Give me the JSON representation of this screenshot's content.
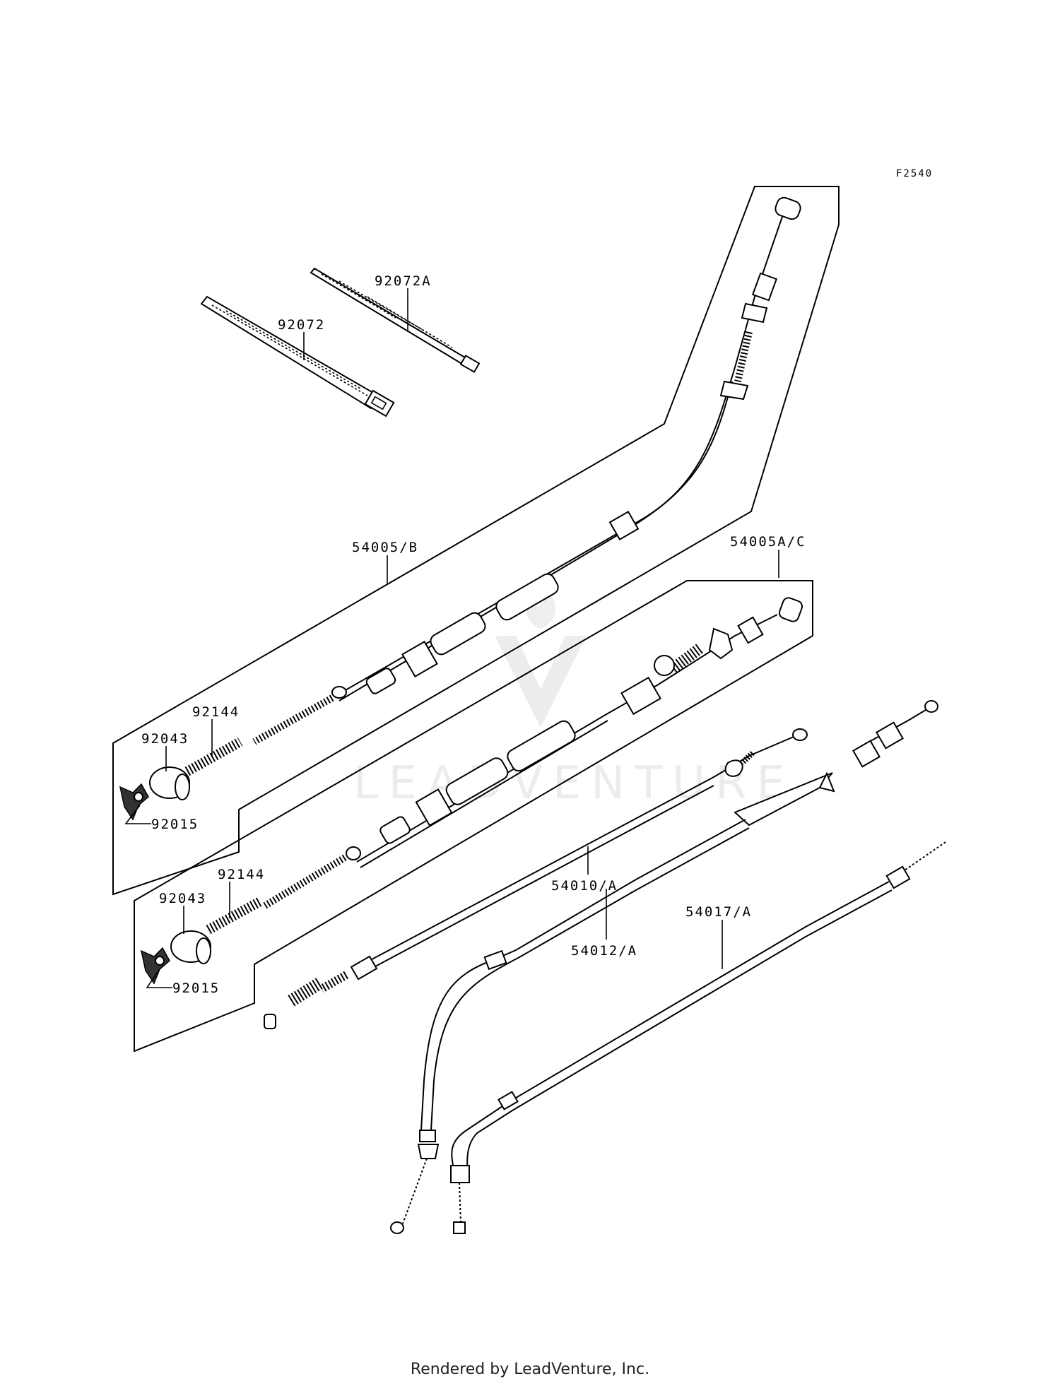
{
  "diagram": {
    "code": "F2540",
    "labels": {
      "tie_a": "92072A",
      "tie": "92072",
      "cable_b": "54005/B",
      "cable_ac": "54005A/C",
      "spring_1": "92144",
      "holder_1": "92043",
      "nut_1": "92015",
      "spring_2": "92144",
      "holder_2": "92043",
      "nut_2": "92015",
      "cable_10": "54010/A",
      "cable_12": "54012/A",
      "cable_17": "54017/A"
    },
    "watermark": "LEADVENTURE"
  },
  "footer": {
    "text": "Rendered by LeadVenture, Inc."
  }
}
